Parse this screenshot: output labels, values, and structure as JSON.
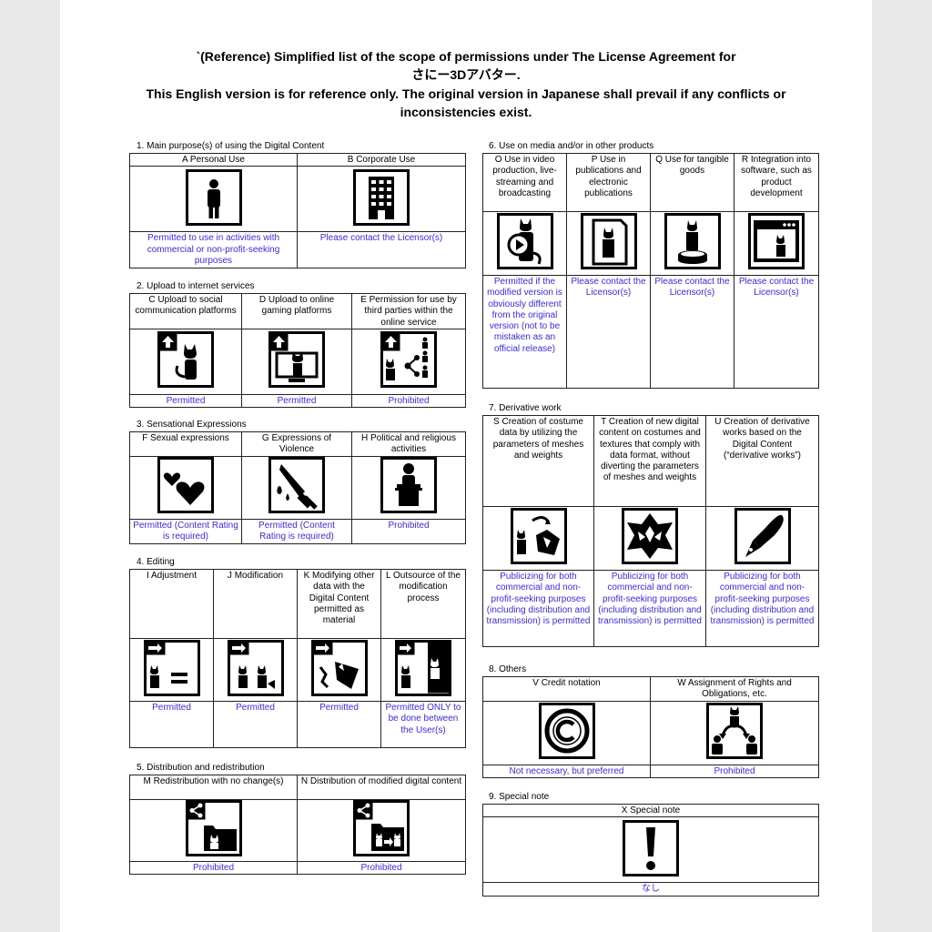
{
  "header": {
    "line1": "`(Reference) Simplified list of the scope of permissions under The License Agreement for",
    "product": "さにー3Dアバター.",
    "line3": "This English version is for reference only. The original version in Japanese shall prevail if any conflicts or",
    "line4": "inconsistencies exist."
  },
  "sections": {
    "s1": {
      "title": "1. Main purpose(s) of using the Digital Content",
      "items": [
        {
          "label": "A Personal Use",
          "permission": "Permitted to use in activities with commercial or non-profit-seeking purposes",
          "icon": "person-icon"
        },
        {
          "label": "B Corporate Use",
          "permission": "Please contact the Licensor(s)",
          "icon": "building-icon"
        }
      ]
    },
    "s2": {
      "title": "2. Upload to internet services",
      "items": [
        {
          "label": "C Upload to social communication platforms",
          "permission": "Permitted",
          "icon": "upload-avatar-icon"
        },
        {
          "label": "D Upload to online gaming platforms",
          "permission": "Permitted",
          "icon": "upload-monitor-icon"
        },
        {
          "label": "E Permission for use by third parties within the online service",
          "permission": "Prohibited",
          "icon": "share-users-icon"
        }
      ]
    },
    "s3": {
      "title": "3. Sensational Expressions",
      "items": [
        {
          "label": "F Sexual expressions",
          "permission": "Permitted (Content Rating is required)",
          "icon": "hearts-icon"
        },
        {
          "label": "G Expressions of Violence",
          "permission": "Permitted (Content Rating is required)",
          "icon": "knife-icon"
        },
        {
          "label": "H Political and religious activities",
          "permission": "Prohibited",
          "icon": "podium-icon"
        }
      ]
    },
    "s4": {
      "title": "4. Editing",
      "items": [
        {
          "label": "I Adjustment",
          "permission": "Permitted",
          "icon": "adjust-icon"
        },
        {
          "label": "J Modification",
          "permission": "Permitted",
          "icon": "modify-icon"
        },
        {
          "label": "K Modifying other data with the Digital Content permitted as material",
          "permission": "Permitted",
          "icon": "material-icon"
        },
        {
          "label": "L Outsource of the modification process",
          "permission": "Permitted ONLY to be done between the User(s)",
          "icon": "outsource-icon"
        }
      ]
    },
    "s5": {
      "title": "5. Distribution and redistribution",
      "items": [
        {
          "label": "M Redistribution with no change(s)",
          "permission": "Prohibited",
          "icon": "share-folder-icon"
        },
        {
          "label": "N Distribution of modified digital content",
          "permission": "Prohibited",
          "icon": "share-modified-icon"
        }
      ]
    },
    "s6": {
      "title": "6. Use on media and/or in other products",
      "items": [
        {
          "label": "O Use in video production, live-streaming and broadcasting",
          "permission": "Permitted if the modified version is obviously different from the original version (not to be mistaken as an official release)",
          "icon": "video-icon"
        },
        {
          "label": "P Use in publications and electronic publications",
          "permission": "Please contact the Licensor(s)",
          "icon": "publication-icon"
        },
        {
          "label": "Q Use for tangible goods",
          "permission": "Please contact the Licensor(s)",
          "icon": "figure-icon"
        },
        {
          "label": "R Integration into software, such as product development",
          "permission": "Please contact the Licensor(s)",
          "icon": "software-icon"
        }
      ]
    },
    "s7": {
      "title": "7. Derivative work",
      "items": [
        {
          "label": "S Creation of costume data by utilizing the parameters of meshes and weights",
          "permission": "Publicizing for both commercial and non-profit-seeking purposes (including distribution and transmission) is permitted",
          "icon": "costume-icon"
        },
        {
          "label": "T Creation of new digital content on costumes and textures that comply with data format, without diverting the parameters of meshes and weights",
          "permission": "Publicizing for both commercial and non-profit-seeking purposes (including distribution and transmission) is permitted",
          "icon": "texture-icon"
        },
        {
          "label": "U Creation of derivative works based on the Digital Content (“derivative works”)",
          "permission": "Publicizing for both commercial and non-profit-seeking purposes (including distribution and transmission) is permitted",
          "icon": "pen-icon"
        }
      ]
    },
    "s8": {
      "title": "8. Others",
      "items": [
        {
          "label": "V Credit notation",
          "permission": "Not necessary, but preferred",
          "icon": "copyright-icon"
        },
        {
          "label": "W Assignment of Rights and Obligations, etc.",
          "permission": "Prohibited",
          "icon": "transfer-icon"
        }
      ]
    },
    "s9": {
      "title": "9. Special note",
      "items": [
        {
          "label": "X Special note",
          "permission": "なし",
          "icon": "exclamation-icon"
        }
      ]
    }
  }
}
